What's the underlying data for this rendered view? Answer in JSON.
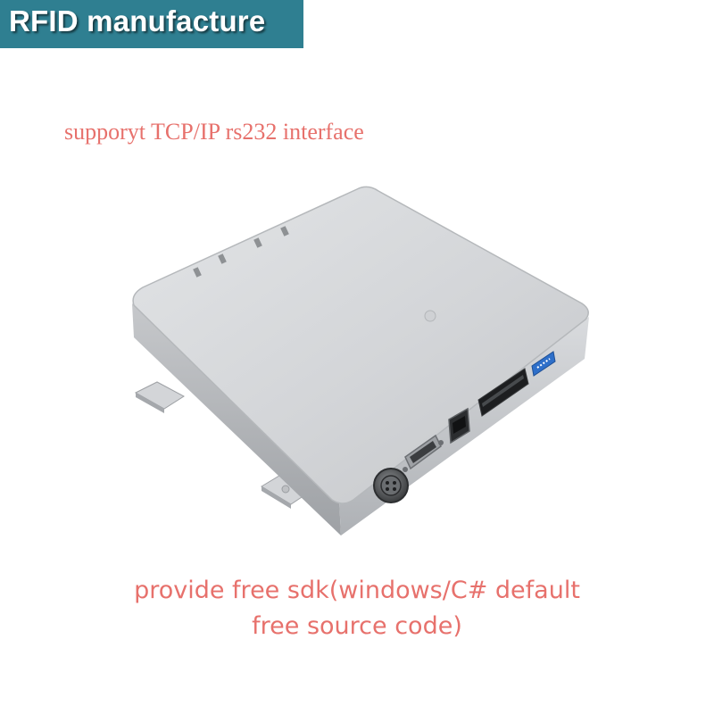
{
  "banner": {
    "title": "RFID manufacture"
  },
  "captions": {
    "top": "supporyt TCP/IP rs232 interface",
    "bottom_line1": "provide free sdk(windows/C# default",
    "bottom_line2": "free source code)"
  },
  "colors": {
    "banner_bg": "#2f7f91",
    "caption_text": "#e7716c",
    "device_body": "#c9cbce"
  },
  "device": {
    "name": "rfid-reader-device",
    "ports": [
      "power-connector",
      "serial-db9-port",
      "ethernet-port",
      "terminal-block",
      "dip-switch"
    ]
  }
}
